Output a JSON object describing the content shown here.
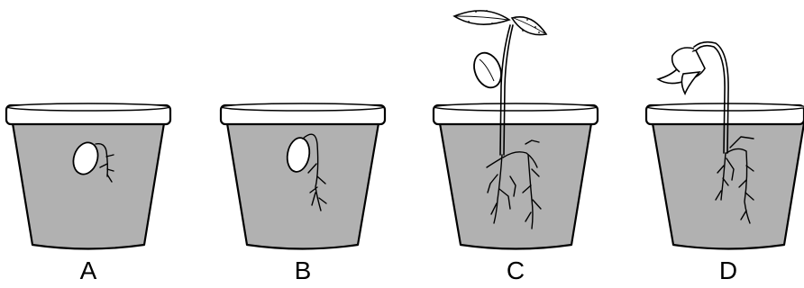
{
  "figure": {
    "stages": [
      {
        "id": "A",
        "label": "A",
        "description_icon": "pot-seed-radicle-icon"
      },
      {
        "id": "B",
        "label": "B",
        "description_icon": "pot-seed-root-icon"
      },
      {
        "id": "C",
        "label": "C",
        "description_icon": "pot-seedling-leaves-icon"
      },
      {
        "id": "D",
        "label": "D",
        "description_icon": "pot-seedling-hook-icon"
      }
    ]
  },
  "colors": {
    "soil": "#b1b1b1",
    "outline": "#000000",
    "background": "#ffffff"
  }
}
